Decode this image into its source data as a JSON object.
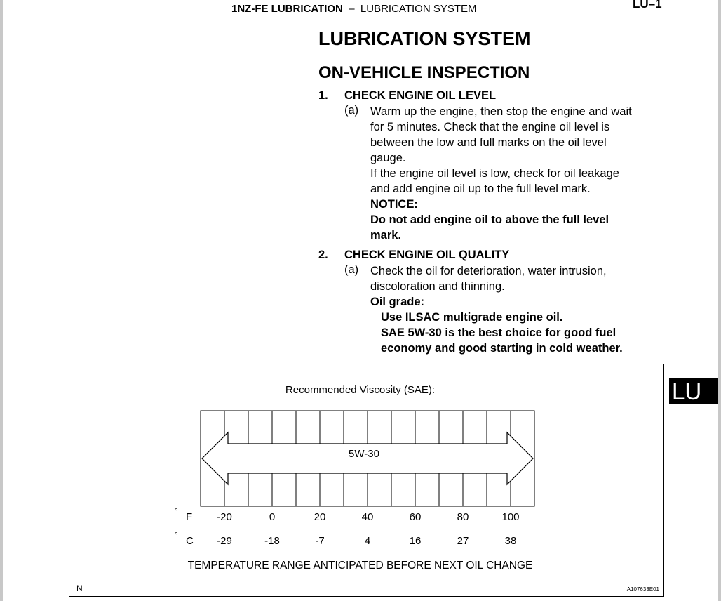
{
  "header": {
    "section_bold": "1NZ-FE LUBRICATION",
    "separator": "–",
    "section_title": "LUBRICATION SYSTEM",
    "page_number": "LU–1"
  },
  "title": "LUBRICATION SYSTEM",
  "subtitle": "ON-VEHICLE INSPECTION",
  "steps": [
    {
      "number": "1.",
      "title": "CHECK ENGINE OIL LEVEL",
      "sub_label": "(a)",
      "lines": [
        "Warm up the engine, then stop the engine and wait",
        "for 5 minutes. Check that the engine oil level is",
        "between the low and full marks on the oil level",
        "gauge.",
        "If the engine oil level is low, check for oil leakage",
        "and add engine oil up to the full level mark."
      ],
      "notice_label": "NOTICE:",
      "notice_lines": [
        "Do not add engine oil to above the full level",
        "mark."
      ]
    },
    {
      "number": "2.",
      "title": "CHECK ENGINE OIL QUALITY",
      "sub_label": "(a)",
      "lines": [
        "Check the oil for deterioration, water intrusion,",
        "discoloration and thinning."
      ],
      "grade_label": "Oil grade:",
      "grade_lines": [
        "Use ILSAC multigrade engine oil.",
        "SAE 5W-30 is the best choice for good fuel",
        "economy and good starting in cold weather."
      ]
    }
  ],
  "side_tab": "LU",
  "figure": {
    "title": "Recommended Viscosity (SAE):",
    "band_label": "5W-30",
    "deg_symbol": "°",
    "unit_f": "F",
    "unit_c": "C",
    "fahrenheit": [
      "-20",
      "0",
      "20",
      "40",
      "60",
      "80",
      "100"
    ],
    "celsius": [
      "-29",
      "-18",
      "-7",
      "4",
      "16",
      "27",
      "38"
    ],
    "caption": "TEMPERATURE RANGE ANTICIPATED BEFORE NEXT OIL CHANGE",
    "corner_mark": "N",
    "figure_id": "A107633E01"
  }
}
